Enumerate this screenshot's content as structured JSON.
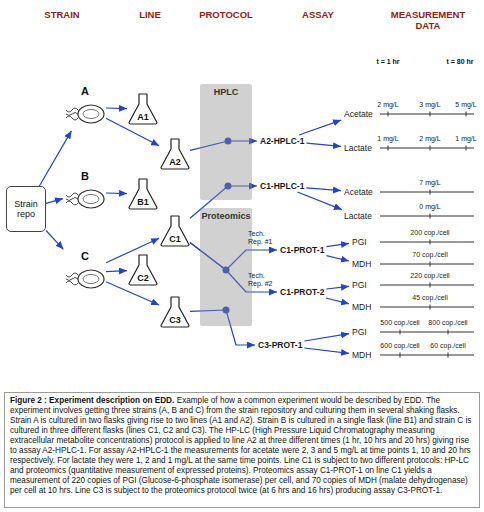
{
  "diagram": {
    "title": "Figure 2 : Experiment description on EDD.",
    "caption": "Example of how a common experiment would be described by EDD. The experiment involves getting three strains (A, B and C) from the strain repository and culturing them in several shaking flasks. Strain A is cultured in two flasks giving rise to two lines (A1 and A2). Strain B is cultured in a single flask (line B1) and strain C is cultured in three different flasks (lines C1, C2 and C3). The HP-LC (High Pressure Liquid Chromatography measuring extracellular metabolite concentrations) protocol is applied to line A2 at three different times (1 hr, 10 hrs and 20 hrs) giving rise to assay A2-HPLC-1. For assay A2-HPLC-1 the measurements for acetate were 2, 3 and 5 mg/L at time points 1, 10 and 20 hrs respectively. For lactate they were 1, 2 and 1 mg/L at the same time points. Line C1 is subject to two different protocols: HP-LC and proteomics (quantitative measurement of expressed proteins). Proteomics assay C1-PROT-1 on line C1 yields a measurement of 220 copies of PGI (Glucose-6-phosphate isomerase) per cell, and 70 copies of MDH (malate dehydrogenase) per cell at 10 hrs. Line C3 is subject to the proteomics protocol twice (at 6 hrs and 16 hrs) producing assay C3-PROT-1.",
    "nodes": [
      {
        "text": [
          "Strain repo"
        ]
      },
      {
        "text": [
          "A"
        ]
      },
      {
        "text": [
          "B"
        ]
      },
      {
        "text": [
          "C"
        ]
      },
      {
        "text": [
          "A1"
        ]
      },
      {
        "text": [
          "A2"
        ]
      },
      {
        "text": [
          "B1"
        ]
      },
      {
        "text": [
          "C1"
        ]
      },
      {
        "text": [
          "C2"
        ]
      },
      {
        "text": [
          "C3"
        ]
      },
      {
        "text": [
          "HPLC"
        ]
      },
      {
        "text": [
          "Proteomics"
        ]
      },
      {
        "text": [
          "A2-HPLC-1"
        ]
      },
      {
        "text": [
          "C1-HPLC-1"
        ]
      },
      {
        "text": [
          "C1-PROT-1"
        ]
      },
      {
        "text": [
          "C1-PROT-2"
        ]
      },
      {
        "text": [
          "C3-PROT-1"
        ]
      },
      {
        "text": [
          "Acetate"
        ]
      },
      {
        "text": [
          "Lactate"
        ]
      },
      {
        "text": [
          "Acetate"
        ]
      },
      {
        "text": [
          "Lactate"
        ]
      },
      {
        "text": [
          "PGI"
        ]
      },
      {
        "text": [
          "MDH"
        ]
      },
      {
        "text": [
          "PGI"
        ]
      },
      {
        "text": [
          "MDH"
        ]
      },
      {
        "text": [
          "PGI"
        ]
      },
      {
        "text": [
          "MDH"
        ]
      }
    ],
    "edges": [
      {
        "from": 0,
        "to": 1,
        "arrow": "to"
      },
      {
        "from": 0,
        "to": 2,
        "arrow": "to"
      },
      {
        "from": 0,
        "to": 3,
        "arrow": "to"
      },
      {
        "from": 1,
        "to": 4,
        "arrow": "to"
      },
      {
        "from": 1,
        "to": 5,
        "arrow": "to"
      },
      {
        "from": 2,
        "to": 6,
        "arrow": "to"
      },
      {
        "from": 3,
        "to": 7,
        "arrow": "to"
      },
      {
        "from": 3,
        "to": 8,
        "arrow": "to"
      },
      {
        "from": 3,
        "to": 9,
        "arrow": "to"
      },
      {
        "from": 5,
        "to": 12,
        "arrow": "to"
      },
      {
        "from": 7,
        "to": 13,
        "arrow": "to"
      },
      {
        "from": 7,
        "to": 14,
        "arrow": "to"
      },
      {
        "from": 7,
        "to": 15,
        "arrow": "to"
      },
      {
        "from": 9,
        "to": 16,
        "arrow": "to"
      },
      {
        "from": 12,
        "to": 17,
        "arrow": "to"
      },
      {
        "from": 12,
        "to": 18,
        "arrow": "to"
      },
      {
        "from": 13,
        "to": 19,
        "arrow": "to"
      },
      {
        "from": 13,
        "to": 20,
        "arrow": "to"
      },
      {
        "from": 14,
        "to": 21,
        "arrow": "to"
      },
      {
        "from": 14,
        "to": 22,
        "arrow": "to"
      },
      {
        "from": 15,
        "to": 23,
        "arrow": "to"
      },
      {
        "from": 15,
        "to": 24,
        "arrow": "to"
      },
      {
        "from": 16,
        "to": 25,
        "arrow": "to"
      },
      {
        "from": 16,
        "to": 26,
        "arrow": "to"
      }
    ],
    "labels": [
      "STRAIN",
      "LINE",
      "PROTOCOL",
      "ASSAY",
      "MEASUREMENT DATA",
      "t = 1 hr",
      "t = 80 hr",
      "Tech. Rep. #1",
      "Tech. Rep. #2",
      "2 mg/L",
      "3 mg/L",
      "5 mg/L",
      "1 mg/L",
      "2 mg/L",
      "1 mg/L",
      "7 mg/L",
      "0 mg/L",
      "200 cop./cell",
      "70 cop./cell",
      "220 cop./cell",
      "45 cop./cell",
      "500 cop./cell",
      "800 cop./cell",
      "600 cop./cell",
      "60 cop./cell"
    ]
  }
}
